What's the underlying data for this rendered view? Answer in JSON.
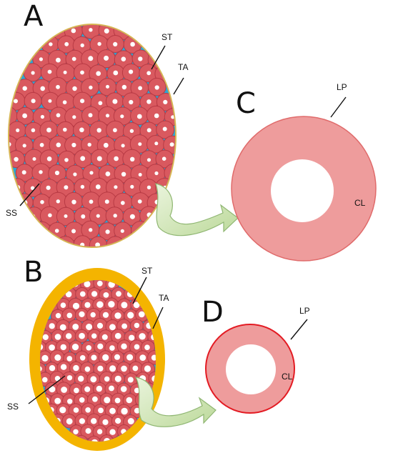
{
  "panels": {
    "a": {
      "letter": "A",
      "st": "ST",
      "ta": "TA",
      "ss": "SS"
    },
    "b": {
      "letter": "B",
      "st": "ST",
      "ta": "TA",
      "ss": "SS"
    },
    "c": {
      "letter": "C",
      "lp": "LP",
      "cl": "CL"
    },
    "d": {
      "letter": "D",
      "lp": "LP",
      "cl": "CL"
    }
  },
  "colors": {
    "tubule": "#d9595f",
    "tubule_edge": "#b83a44",
    "interstitium": "#2aa7d6",
    "albuginea_a": "#d9b552",
    "albuginea_b": "#f4b400",
    "lumen_ring": "#ee9c9c",
    "lumen_edge_c": "#e06b6b",
    "lumen_edge_d": "#e31b23",
    "arrow": "#cfe4b4",
    "arrow_edge": "#8fb672"
  }
}
